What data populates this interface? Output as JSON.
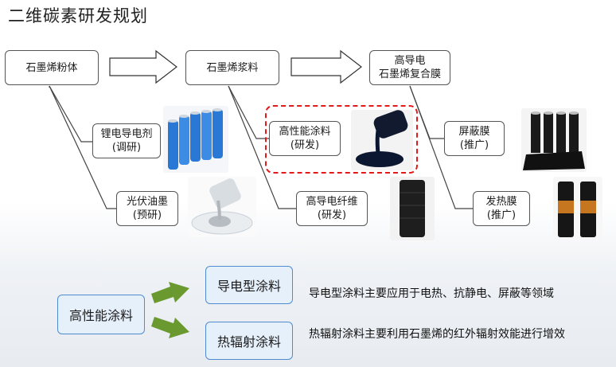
{
  "title": "二维碳素研发规划",
  "top_row": {
    "node1": "石墨烯粉体",
    "node2": "石墨烯浆料",
    "node3_line1": "高导电",
    "node3_line2": "石墨烯复合膜"
  },
  "branches": {
    "battery": {
      "line1": "锂电导电剂",
      "line2": "(调研)"
    },
    "ink": {
      "line1": "光伏油墨",
      "line2": "(预研)"
    },
    "coating": {
      "line1": "高性能涂料",
      "line2": "(研发)"
    },
    "fiber": {
      "line1": "高导电纤维",
      "line2": "(研发)"
    },
    "shield": {
      "line1": "屏蔽膜",
      "line2": "(推广)"
    },
    "heat": {
      "line1": "发热膜",
      "line2": "(推广)"
    }
  },
  "bottom": {
    "main": "高性能涂料",
    "conductive": "导电型涂料",
    "radiant": "热辐射涂料",
    "conductive_desc": "导电型涂料主要应用于电热、抗静电、屏蔽等领域",
    "radiant_desc": "热辐射涂料主要利用石墨烯的红外辐射效能进行增效"
  },
  "colors": {
    "arrow_green": "#6a9a2f",
    "dashed_red": "#e01b1b",
    "blue_border": "#4f8ccf"
  }
}
